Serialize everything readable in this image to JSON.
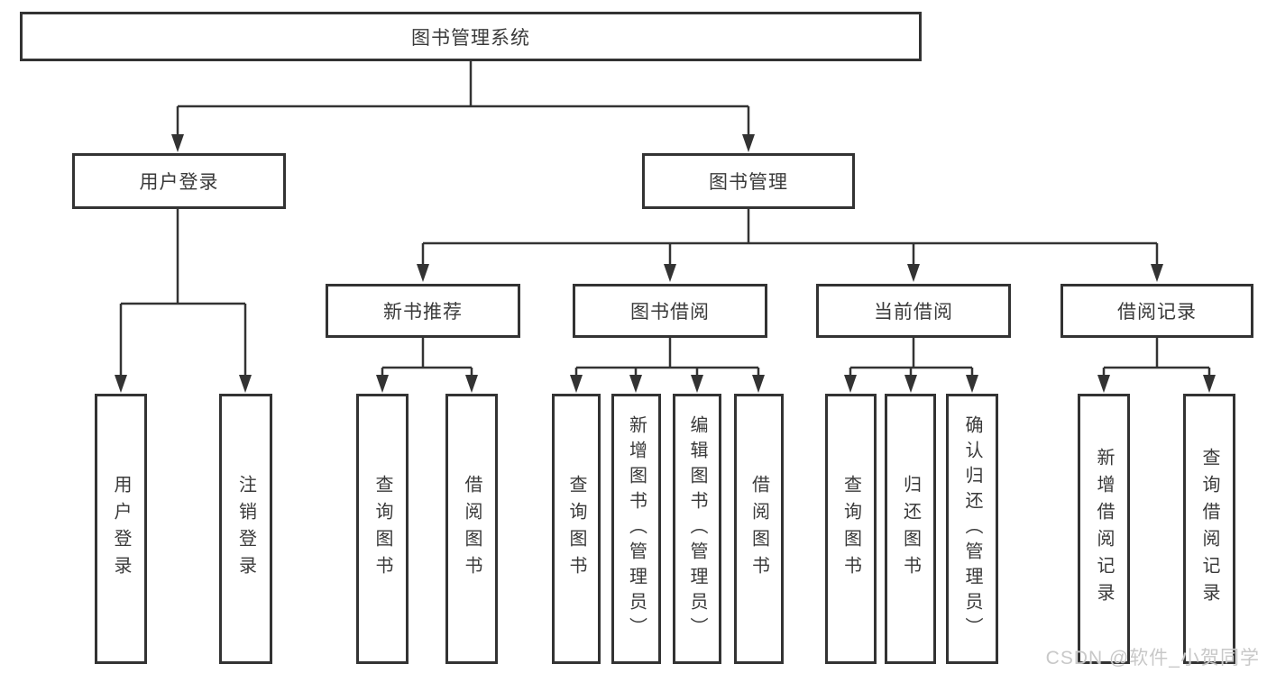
{
  "diagram": {
    "root": {
      "label": "图书管理系统"
    },
    "user_login": {
      "label": "用户登录",
      "children": [
        {
          "label": "用户登录"
        },
        {
          "label": "注销登录"
        }
      ]
    },
    "book_mgmt": {
      "label": "图书管理",
      "sections": [
        {
          "label": "新书推荐",
          "children": [
            {
              "label": "查询图书"
            },
            {
              "label": "借阅图书"
            }
          ]
        },
        {
          "label": "图书借阅",
          "children": [
            {
              "label": "查询图书"
            },
            {
              "label": "新增图书（管理员）"
            },
            {
              "label": "编辑图书（管理员）"
            },
            {
              "label": "借阅图书"
            }
          ]
        },
        {
          "label": "当前借阅",
          "children": [
            {
              "label": "查询图书"
            },
            {
              "label": "归还图书"
            },
            {
              "label": "确认归还（管理员）"
            }
          ]
        },
        {
          "label": "借阅记录",
          "children": [
            {
              "label": "新增借阅记录"
            },
            {
              "label": "查询借阅记录"
            }
          ]
        }
      ]
    }
  },
  "watermark": {
    "text": "CSDN @软件_小贺同学"
  },
  "colors": {
    "line": "#333333",
    "border": "#333333",
    "text": "#3a3a3a",
    "watermark": "#c5c5c5",
    "background": "#ffffff"
  }
}
